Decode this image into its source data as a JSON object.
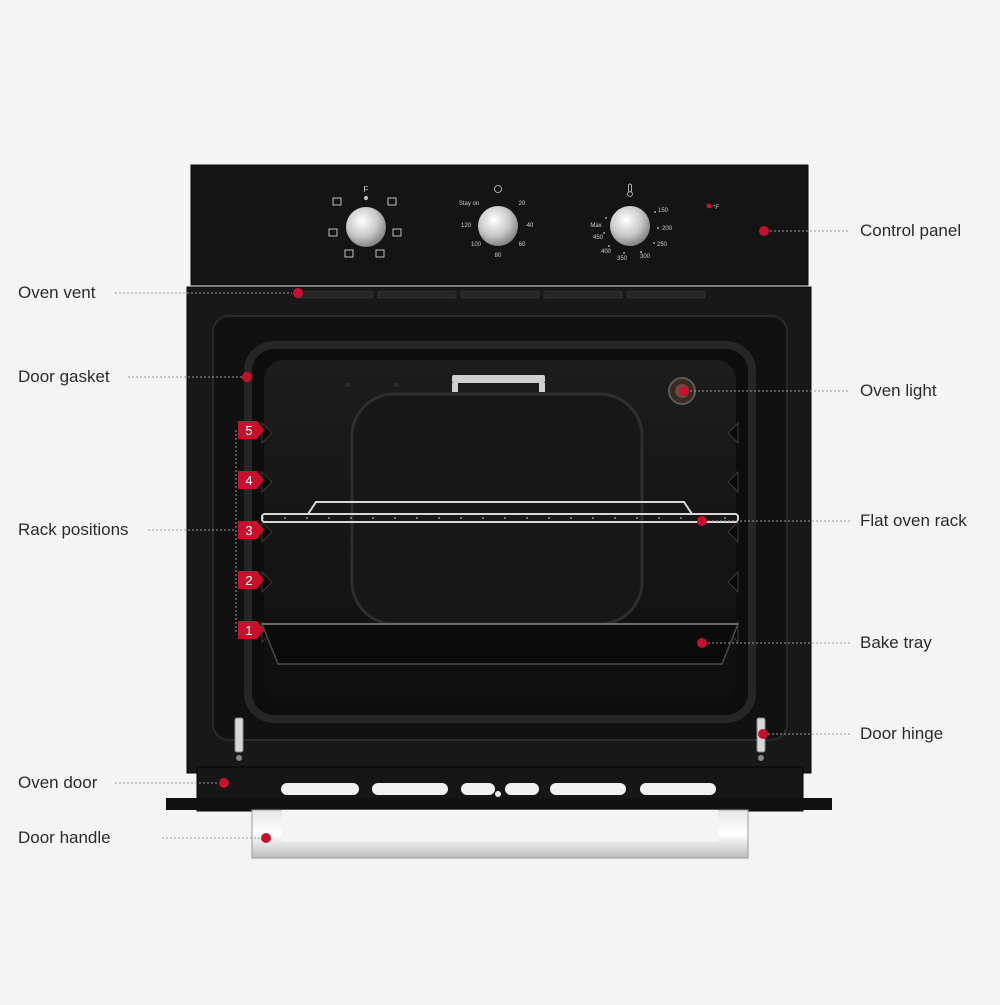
{
  "colors": {
    "accent": "#c8102e",
    "oven_body": "#161616",
    "background": "#f4f4f4",
    "label_text": "#2a2a2a"
  },
  "labels": {
    "control_panel": "Control panel",
    "oven_vent": "Oven vent",
    "door_gasket": "Door gasket",
    "oven_light": "Oven light",
    "rack_positions": "Rack positions",
    "flat_oven_rack": "Flat oven rack",
    "bake_tray": "Bake tray",
    "door_hinge": "Door hinge",
    "oven_door": "Oven door",
    "door_handle": "Door handle"
  },
  "rack_numbers": [
    "5",
    "4",
    "3",
    "2",
    "1"
  ],
  "panel": {
    "timer_labels": {
      "stay_on": "Stay on",
      "t20": "20",
      "t40": "40",
      "t60": "60",
      "t80": "80",
      "t100": "100",
      "t120": "120"
    },
    "temp_labels": {
      "max": "Max",
      "t150": "150",
      "t200": "200",
      "t250": "250",
      "t300": "300",
      "t350": "350",
      "t400": "400",
      "t450": "450"
    },
    "unit": "°F",
    "function_top": "F"
  }
}
